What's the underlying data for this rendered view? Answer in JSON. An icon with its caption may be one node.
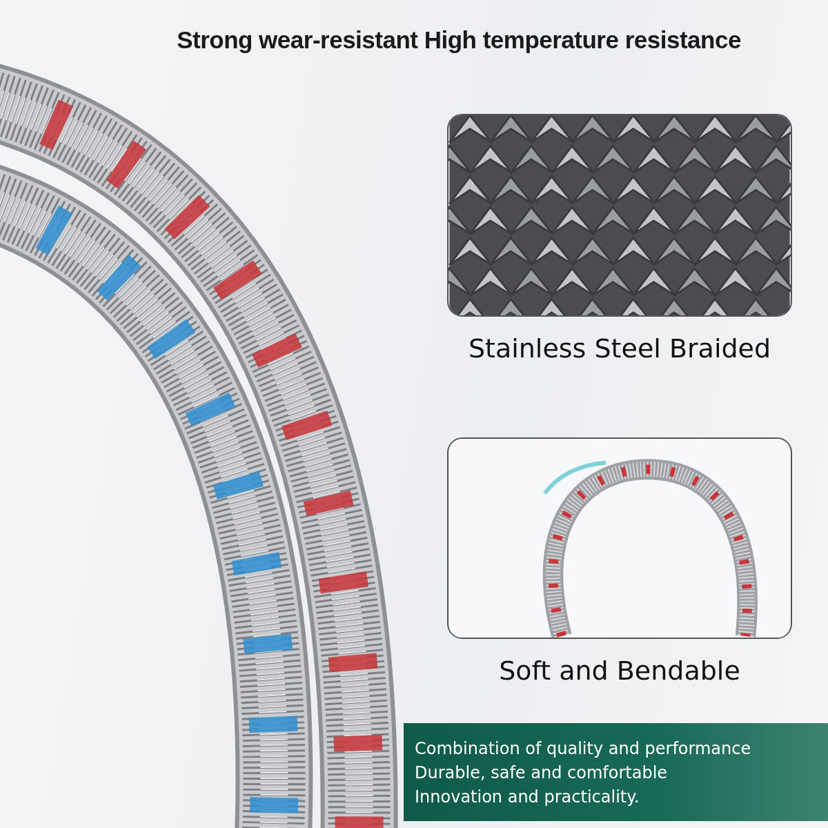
{
  "diagram": {
    "title": "Strong wear-resistant High temperature resistance",
    "nodes": [
      {
        "text": [
          "Stainless Steel Braided"
        ]
      },
      {
        "text": [
          "Soft and Bendable"
        ]
      },
      {
        "text": [
          "Combination of quality and performance",
          "Durable, safe and comfortable",
          "Innovation and practicality."
        ]
      }
    ]
  }
}
